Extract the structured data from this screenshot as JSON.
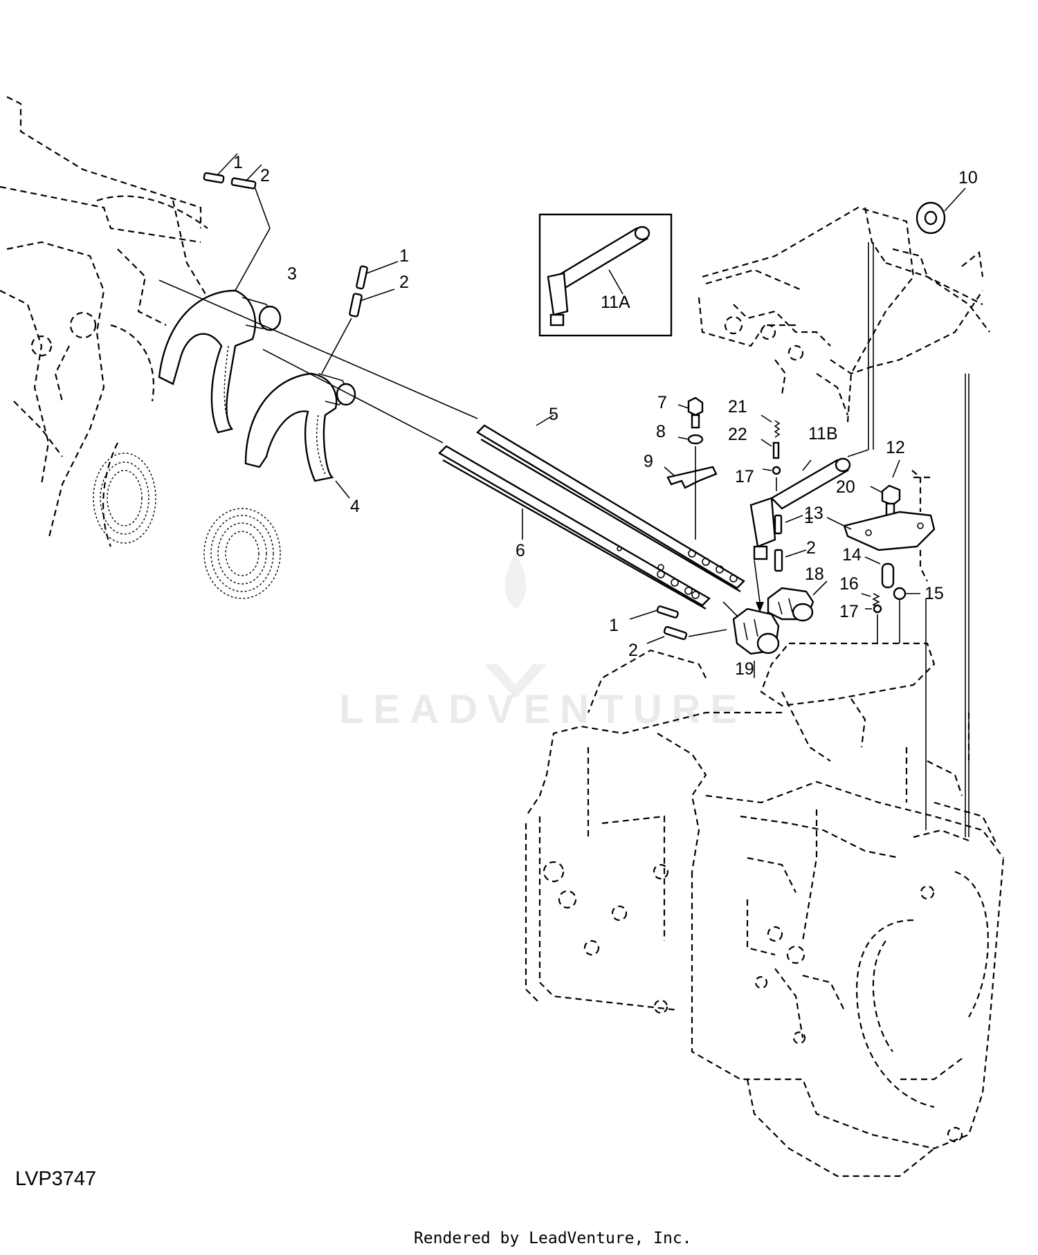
{
  "callouts": [
    {
      "id": "c1a",
      "label": "1"
    },
    {
      "id": "c2a",
      "label": "2"
    },
    {
      "id": "c3",
      "label": "3"
    },
    {
      "id": "c1b",
      "label": "1"
    },
    {
      "id": "c2b",
      "label": "2"
    },
    {
      "id": "c4",
      "label": "4"
    },
    {
      "id": "c5",
      "label": "5"
    },
    {
      "id": "c6",
      "label": "6"
    },
    {
      "id": "c7",
      "label": "7"
    },
    {
      "id": "c8",
      "label": "8"
    },
    {
      "id": "c9",
      "label": "9"
    },
    {
      "id": "c10",
      "label": "10"
    },
    {
      "id": "c11a",
      "label": "11A"
    },
    {
      "id": "c11b",
      "label": "11B"
    },
    {
      "id": "c12",
      "label": "12"
    },
    {
      "id": "c13",
      "label": "13"
    },
    {
      "id": "c14",
      "label": "14"
    },
    {
      "id": "c15",
      "label": "15"
    },
    {
      "id": "c16",
      "label": "16"
    },
    {
      "id": "c17a",
      "label": "17"
    },
    {
      "id": "c17b",
      "label": "17"
    },
    {
      "id": "c18",
      "label": "18"
    },
    {
      "id": "c19",
      "label": "19"
    },
    {
      "id": "c20",
      "label": "20"
    },
    {
      "id": "c21",
      "label": "21"
    },
    {
      "id": "c22",
      "label": "22"
    },
    {
      "id": "c1c",
      "label": "1"
    },
    {
      "id": "c2c",
      "label": "2"
    },
    {
      "id": "c1d",
      "label": "1"
    },
    {
      "id": "c2d",
      "label": "2"
    }
  ],
  "reference_code": "LVP3747",
  "footer_text": "Rendered by LeadVenture, Inc.",
  "watermark": "LEADVENTURE"
}
